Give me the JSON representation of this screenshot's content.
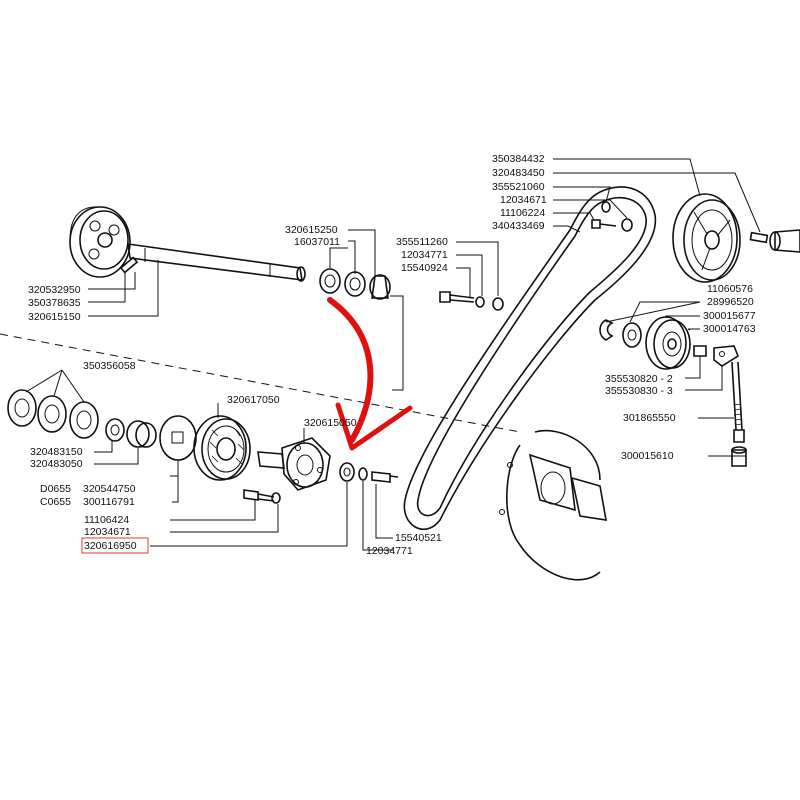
{
  "labels": {
    "l320532950": "320532950",
    "l350378635": "350378635",
    "l320615150": "320615150",
    "l320615250": "320615250",
    "l16037011": "16037011",
    "l350356058": "350356058",
    "l320483150": "320483150",
    "l320483050": "320483050",
    "l320617050": "320617050",
    "l320615050": "320615050",
    "lD0655": "D0655",
    "lC0655": "C0655",
    "l320544750": "320544750",
    "l300116791": "300116791",
    "l11106424": "11106424",
    "l12034671a": "12034671",
    "l320616950": "320616950",
    "l15540521": "15540521",
    "l12034771a": "12034771",
    "l355511260": "355511260",
    "l12034771b": "12034771",
    "l15540924": "15540924",
    "l350384432": "350384432",
    "l320483450": "320483450",
    "l355521060": "355521060",
    "l12034671b": "12034671",
    "l11106224": "11106224",
    "l340433469": "340433469",
    "l11060576": "11060576",
    "l28996520": "28996520",
    "l300015677": "300015677",
    "l300014763": "300014763",
    "l355530820": "355530820 - 2",
    "l355530830": "355530830 - 3",
    "l301865550": "301865550",
    "l300015610": "300015610"
  },
  "highlight": {
    "box_color": "#e53935",
    "arrow_color": "#e01010"
  }
}
